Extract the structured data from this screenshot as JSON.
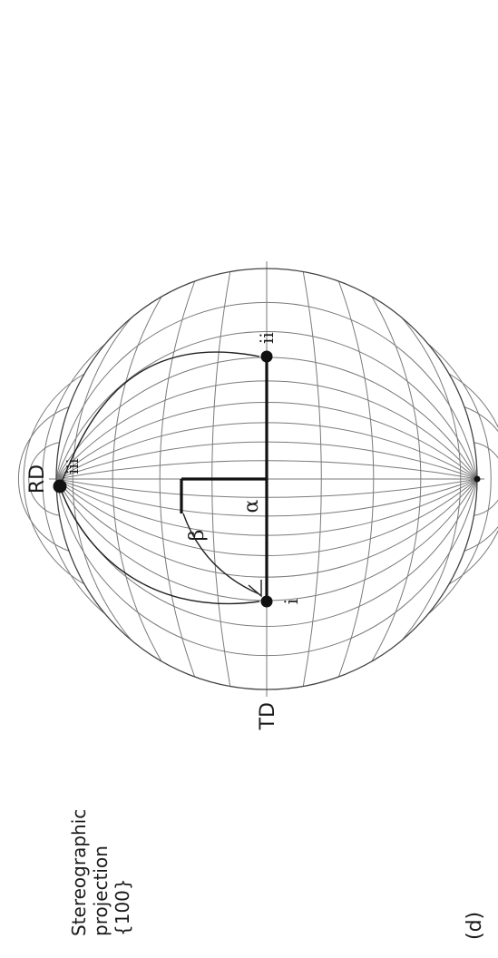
{
  "figure": {
    "panel_label": "(d)",
    "caption_lines": [
      "Stereographic",
      "projection",
      "{100}"
    ],
    "axis_labels": {
      "td": "TD",
      "rd": "RD"
    },
    "pole_labels": {
      "i": "i",
      "ii": "ii",
      "iii": "iii"
    },
    "angle_labels": {
      "alpha": "α",
      "beta": "β"
    }
  }
}
